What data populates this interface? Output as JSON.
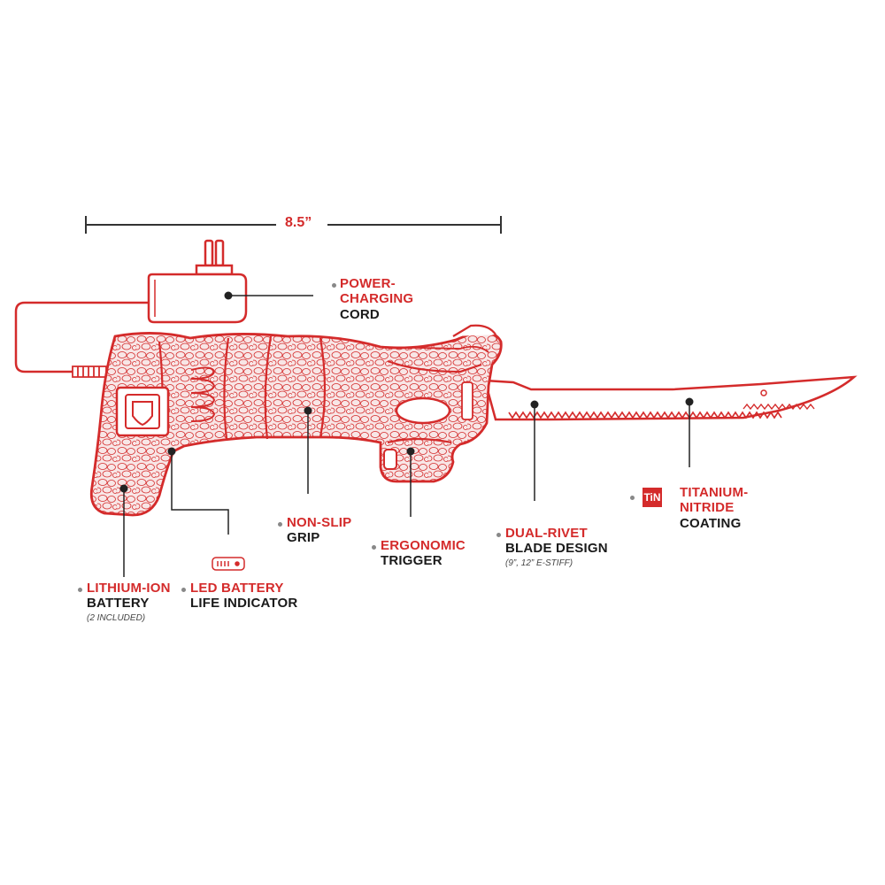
{
  "dimension": {
    "label": "8.5”"
  },
  "labels": {
    "power_cord": {
      "line1": "POWER-",
      "line2": "CHARGING",
      "line3": "CORD"
    },
    "lithium_battery": {
      "line1": "LITHIUM-ION",
      "line2": "BATTERY",
      "note": "(2 INCLUDED)"
    },
    "led_indicator": {
      "line1": "LED BATTERY",
      "line2": "LIFE INDICATOR"
    },
    "grip": {
      "line1": "NON-SLIP",
      "line2": "GRIP"
    },
    "trigger": {
      "line1": "ERGONOMIC",
      "line2": "TRIGGER"
    },
    "blade": {
      "line1": "DUAL-RIVET",
      "line2": "BLADE DESIGN",
      "note": "(9”, 12” E-STIFF)"
    },
    "coating": {
      "badge": "TiN",
      "line1": "TITANIUM-",
      "line2": "NITRIDE",
      "line3": "COATING"
    }
  },
  "colors": {
    "accent": "#d42b2b",
    "text": "#1a1a1a",
    "fill": "#f6e3e3"
  }
}
